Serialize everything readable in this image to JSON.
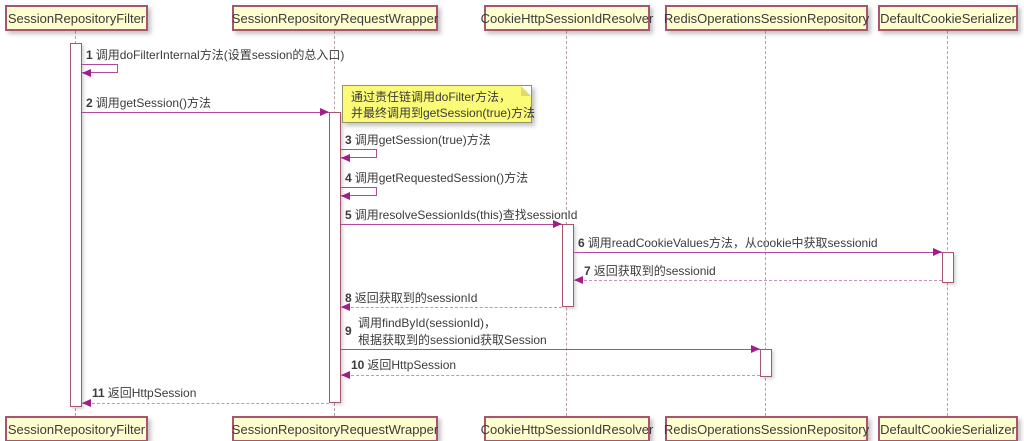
{
  "diagram": {
    "type": "uml-sequence",
    "participants": [
      {
        "name": "SessionRepositoryFilter"
      },
      {
        "name": "SessionRepositoryRequestWrapper"
      },
      {
        "name": "CookieHttpSessionIdResolver"
      },
      {
        "name": "RedisOperationsSessionRepository"
      },
      {
        "name": "DefaultCookieSerializer"
      }
    ],
    "note": {
      "line1": "通过责任链调用doFilter方法，",
      "line2": "并最终调用到getSession(true)方法",
      "attached_to": "SessionRepositoryRequestWrapper"
    },
    "messages": [
      {
        "num": "1",
        "text": "调用doFilterInternal方法(设置session的总入口)",
        "from": "SessionRepositoryFilter",
        "to": "SessionRepositoryFilter",
        "style": "self"
      },
      {
        "num": "2",
        "text": "调用getSession()方法",
        "from": "SessionRepositoryFilter",
        "to": "SessionRepositoryRequestWrapper",
        "style": "solid"
      },
      {
        "num": "3",
        "text": "调用getSession(true)方法",
        "from": "SessionRepositoryRequestWrapper",
        "to": "SessionRepositoryRequestWrapper",
        "style": "self"
      },
      {
        "num": "4",
        "text": "调用getRequestedSession()方法",
        "from": "SessionRepositoryRequestWrapper",
        "to": "SessionRepositoryRequestWrapper",
        "style": "self"
      },
      {
        "num": "5",
        "text": "调用resolveSessionIds(this)查找sessionId",
        "from": "SessionRepositoryRequestWrapper",
        "to": "CookieHttpSessionIdResolver",
        "style": "solid"
      },
      {
        "num": "6",
        "text": "调用readCookieValues方法，从cookie中获取sessionid",
        "from": "CookieHttpSessionIdResolver",
        "to": "DefaultCookieSerializer",
        "style": "solid"
      },
      {
        "num": "7",
        "text": "返回获取到的sessionid",
        "from": "DefaultCookieSerializer",
        "to": "CookieHttpSessionIdResolver",
        "style": "dashed"
      },
      {
        "num": "8",
        "text": "返回获取到的sessionId",
        "from": "CookieHttpSessionIdResolver",
        "to": "SessionRepositoryRequestWrapper",
        "style": "dashed"
      },
      {
        "num": "9",
        "text": "调用findById(sessionId)，",
        "text2": "根据获取到的sessionid获取Session",
        "from": "SessionRepositoryRequestWrapper",
        "to": "RedisOperationsSessionRepository",
        "style": "solid"
      },
      {
        "num": "10",
        "text": "返回HttpSession",
        "from": "RedisOperationsSessionRepository",
        "to": "SessionRepositoryRequestWrapper",
        "style": "dashed"
      },
      {
        "num": "11",
        "text": "返回HttpSession",
        "from": "SessionRepositoryRequestWrapper",
        "to": "SessionRepositoryFilter",
        "style": "dashed"
      }
    ],
    "colors": {
      "participant_fill": "#fefece",
      "participant_border": "#a8566f",
      "arrow": "#a01d8a",
      "note_fill": "#fbfb77",
      "note_border": "#93936b",
      "lifeline": "#b3a2a9",
      "text": "#3b3b3b"
    }
  }
}
